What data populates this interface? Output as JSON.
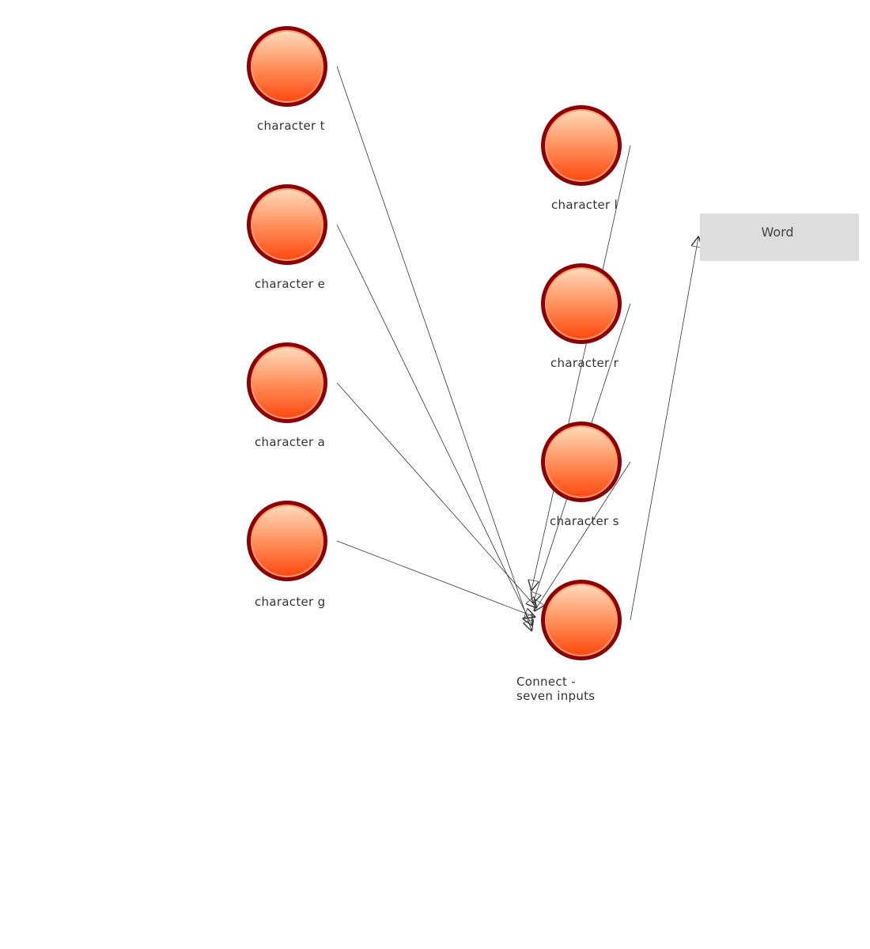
{
  "nodes": {
    "t": {
      "label": "character  t"
    },
    "e": {
      "label": "character  e"
    },
    "a": {
      "label": "character  a"
    },
    "g": {
      "label": "character  g"
    },
    "l": {
      "label": "character  l"
    },
    "r": {
      "label": "character  r"
    },
    "s": {
      "label": "character  s"
    },
    "connect": {
      "label": "Connect  -\nseven inputs"
    }
  },
  "output": {
    "label": "Word"
  },
  "colors": {
    "node_ring": "#8b0000",
    "node_fill_top": "#ffd9b8",
    "node_fill_bottom": "#ff4a10",
    "node_inner_ring": "#ff9a70",
    "edge": "#333333",
    "output_fill": "#dddddd"
  },
  "edges": [
    {
      "from": "t",
      "to": "connect"
    },
    {
      "from": "e",
      "to": "connect"
    },
    {
      "from": "a",
      "to": "connect"
    },
    {
      "from": "g",
      "to": "connect"
    },
    {
      "from": "l",
      "to": "connect"
    },
    {
      "from": "r",
      "to": "connect"
    },
    {
      "from": "s",
      "to": "connect"
    },
    {
      "from": "connect",
      "to": "output"
    }
  ]
}
